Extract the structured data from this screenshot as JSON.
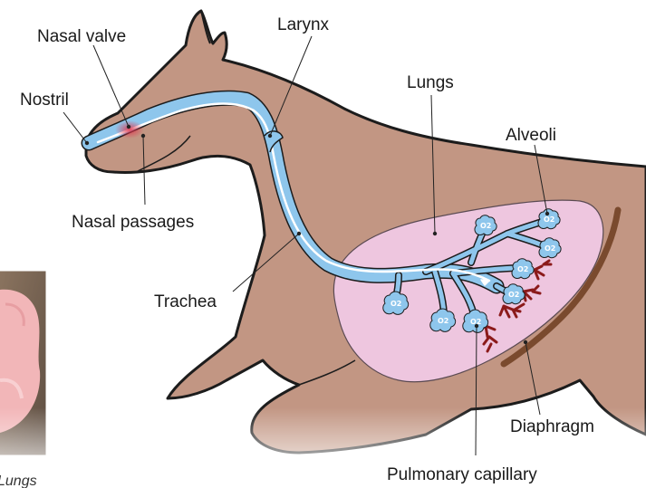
{
  "labels": {
    "nasal_valve": "Nasal valve",
    "larynx": "Larynx",
    "nostril": "Nostril",
    "lungs": "Lungs",
    "alveoli": "Alveoli",
    "nasal_passages": "Nasal passages",
    "trachea": "Trachea",
    "diaphragm": "Diaphragm",
    "pulmonary_capillary": "Pulmonary capillary"
  },
  "photo_caption": "Lungs",
  "alveolus_label": "O2",
  "colors": {
    "horse_body": "#c29683",
    "horse_outline": "#1c1c1c",
    "lung_fill": "#eec6df",
    "airway_fill": "#8ec6ec",
    "capillary": "#8b1a1a",
    "diaphragm": "#7a4a2e",
    "nasal_valve_highlight": "#e0344c"
  }
}
